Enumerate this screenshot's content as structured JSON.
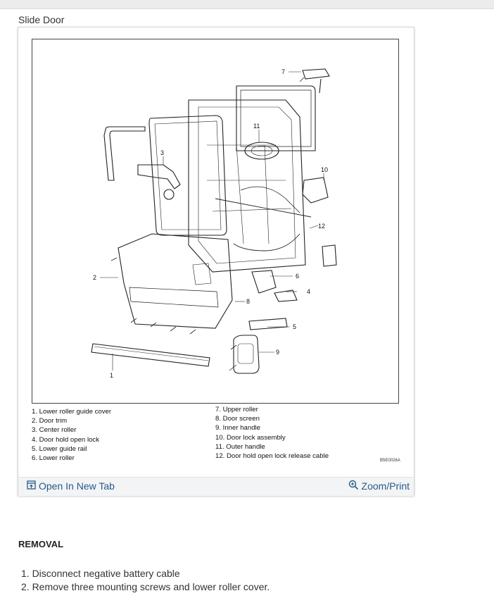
{
  "page": {
    "section_title": "Slide Door"
  },
  "figure": {
    "callouts": [
      "1",
      "2",
      "3",
      "4",
      "5",
      "6",
      "7",
      "8",
      "9",
      "10",
      "11",
      "12"
    ],
    "legend_left": [
      "1. Lower roller guide cover",
      "2. Door trim",
      "3. Center roller",
      "4. Door hold open lock",
      "5. Lower guide rail",
      "6. Lower roller"
    ],
    "legend_right": [
      "7. Upper roller",
      "8. Door screen",
      "9. Inner handle",
      "10. Door lock assembly",
      "11. Outer handle",
      "12. Door hold open lock release cable"
    ],
    "figure_code": "B5E0026A",
    "open_tab_label": "Open In New Tab",
    "zoom_print_label": "Zoom/Print"
  },
  "removal": {
    "heading": "REMOVAL",
    "steps": [
      "1. Disconnect negative battery cable",
      "2. Remove three mounting screws and lower roller cover."
    ]
  }
}
